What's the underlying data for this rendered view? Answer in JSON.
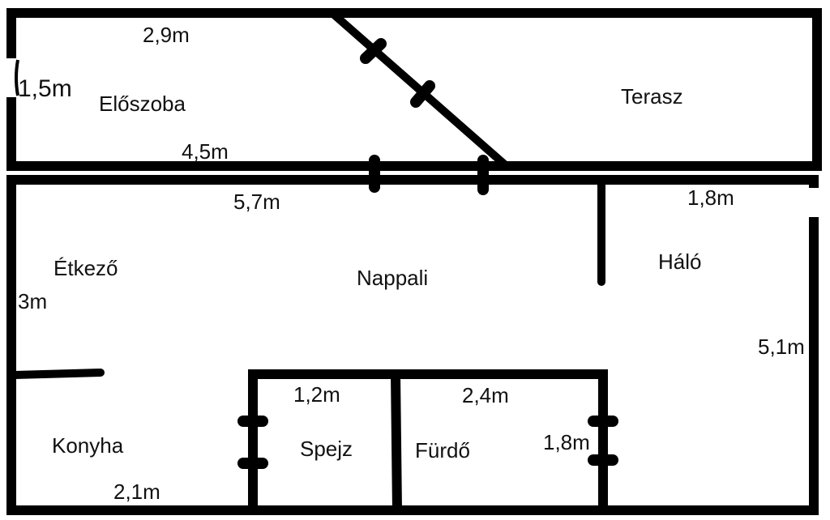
{
  "colors": {
    "wall": "#000000",
    "background": "#ffffff",
    "text": "#111111"
  },
  "rooms": {
    "eloszoba": "Előszoba",
    "terasz": "Terasz",
    "etkezo": "Étkező",
    "nappali": "Nappali",
    "halo": "Háló",
    "konyha": "Konyha",
    "spejz": "Spejz",
    "furdo": "Fürdő"
  },
  "dimensions": {
    "eloszoba_width_top": "2,9m",
    "eloszoba_height": "1,5m",
    "eloszoba_width_bottom": "4,5m",
    "nappali_width": "5,7m",
    "halo_width": "1,8m",
    "etkezo_height": "3m",
    "halo_height": "5,1m",
    "spejz_width": "1,2m",
    "furdo_width": "2,4m",
    "furdo_height": "1,8m",
    "konyha_width": "2,1m"
  }
}
